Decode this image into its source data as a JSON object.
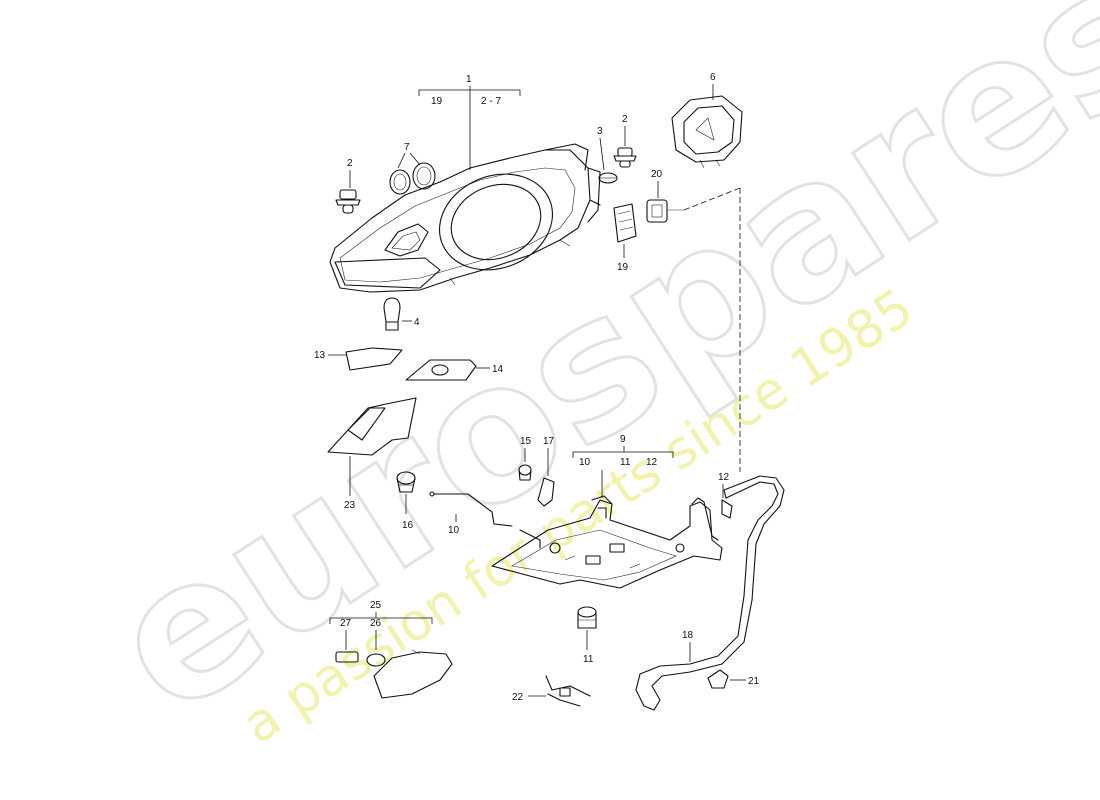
{
  "watermark": {
    "brand": "eurospares",
    "tagline": "a passion for parts since 1985"
  },
  "callouts": {
    "c1": "1",
    "c1_left": "19",
    "c1_right": "2 - 7",
    "c2a": "2",
    "c2b": "2",
    "c3": "3",
    "c4": "4",
    "c6": "6",
    "c7": "7",
    "c9": "9",
    "c9_a": "10",
    "c9_b": "11",
    "c9_c": "12",
    "c10": "10",
    "c11": "11",
    "c12": "12",
    "c13": "13",
    "c14": "14",
    "c15": "15",
    "c16": "16",
    "c17": "17",
    "c18": "18",
    "c19": "19",
    "c20": "20",
    "c21": "21",
    "c22": "22",
    "c23": "23",
    "c25": "25",
    "c25_a": "27",
    "c25_b": "26"
  }
}
